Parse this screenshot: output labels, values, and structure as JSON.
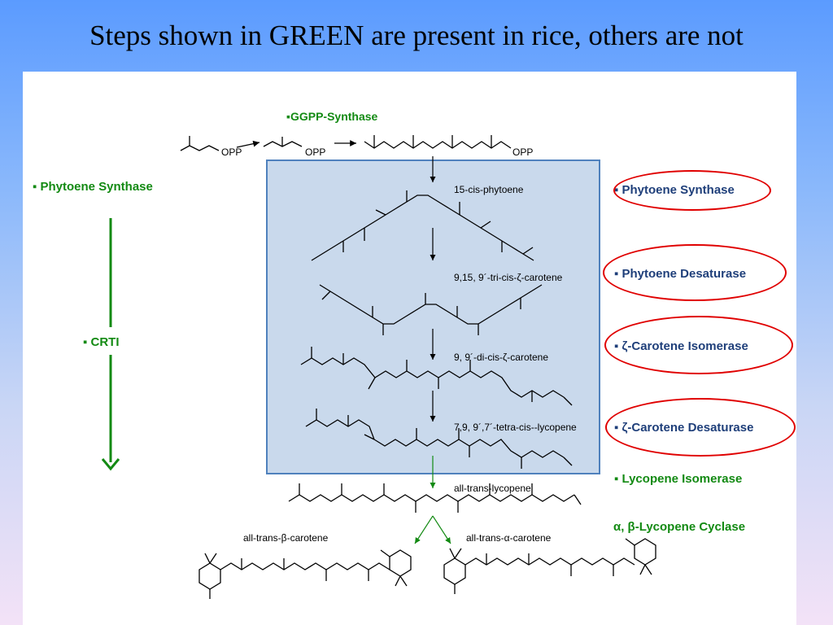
{
  "title": "Steps shown in GREEN are present in rice, others are not",
  "colors": {
    "green": "#138a13",
    "blue": "#1f3f7a",
    "highlight": "#e00000",
    "box_border": "#4f81bd"
  },
  "enzymes": {
    "ggpp": "▪GGPP-Synthase",
    "phytoene_synthase_left": "▪  Phytoene Synthase",
    "crti": "▪  CRTI",
    "phytoene_synthase": "▪  Phytoene Synthase",
    "phytoene_desaturase": "▪  Phytoene Desaturase",
    "zeta_carotene_isomerase": "▪  ζ-Carotene Isomerase",
    "zeta_carotene_desaturase": "▪  ζ-Carotene Desaturase",
    "lycopene_isomerase": "▪  Lycopene Isomerase",
    "lycopene_cyclase": "α, β-Lycopene Cyclase"
  },
  "molecules": {
    "opp1": "OPP",
    "opp2": "OPP",
    "opp3": "OPP",
    "phytoene": "15-cis-phytoene",
    "tri_cis": "9,15, 9´-tri-cis-ζ-carotene",
    "di_cis": "9, 9´-di-cis-ζ-carotene",
    "tetra_cis": "7,9, 9´,7´-tetra-cis--lycopene",
    "all_trans_lycopene": "all-trans-lycopene",
    "beta_carotene": "all-trans-β-carotene",
    "alpha_carotene": "all-trans-α-carotene"
  }
}
